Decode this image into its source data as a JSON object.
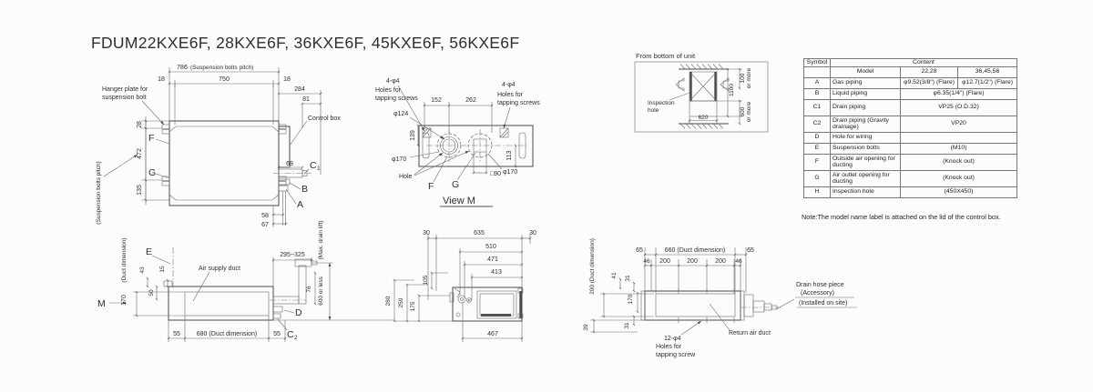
{
  "title": "FDUM22KXE6F, 28KXE6F, 36KXE6F, 45KXE6F, 56KXE6F",
  "colors": {
    "line": "#4a4a4a",
    "text": "#2f2f2f",
    "background": "#fcfcfc"
  },
  "plan": {
    "dim_786": "786",
    "pitch_note": "(Suspension bolts pitch)",
    "dim_18_l": "18",
    "dim_750": "750",
    "dim_18_r": "18",
    "dim_284": "284",
    "dim_81": "81",
    "dim_69": "69",
    "dim_28": "28",
    "dim_472": "472",
    "dim_135": "135",
    "pitch_note_left": "(Suspension bolts pitch)",
    "hanger_line1": "Hanger plate for",
    "hanger_line2": "suspension bolt",
    "control_box": "Control box",
    "f": "F",
    "g": "G",
    "b": "B",
    "a": "A",
    "c_letter": "C",
    "c_sub": "1",
    "dim_58": "58",
    "dim_67": "67"
  },
  "viewm": {
    "tap_l1": "4-φ4",
    "tap_l2": "Holes for",
    "tap_l3": "tapping screws",
    "tap_r1": "4-φ4",
    "tap_r2": "Holes for",
    "tap_r3": "tapping screws",
    "dim_152": "152",
    "dim_262": "262",
    "dim_d124": "φ124",
    "dim_139": "139",
    "dim_d170_l": "φ170",
    "dim_113": "113",
    "dim_d170_r": "φ170",
    "dim_sq90": "□90",
    "hole": "Hole",
    "f": "F",
    "g": "G",
    "caption": "View M"
  },
  "frombottom": {
    "caption": "From bottom of unit",
    "insp1": "Inspection",
    "insp2": "hole",
    "dim_1100": "1100",
    "dim_100": "100",
    "more1": "or more",
    "dim_600": "600",
    "more2": "or more",
    "dim_620": "620"
  },
  "spec_table": {
    "h_symbol": "Symbol",
    "h_content": "Content",
    "model": "Model",
    "model_v1": "22,28",
    "model_v2": "36,45,56",
    "rows": [
      {
        "s": "A",
        "l": "Gas piping",
        "v1": "φ9.52(3/8\") (Flare)",
        "v2": "φ12.7(1/2\") (Flare)"
      },
      {
        "s": "B",
        "l": "Liquid piping",
        "v": "φ6.35(1/4\") (Flare)"
      },
      {
        "s": "C1",
        "l": "Drain piping",
        "v": "VP25 (O.D.32)"
      },
      {
        "s": "C2",
        "l": "Drain piping (Gravity drainage)",
        "v": "VP20"
      },
      {
        "s": "D",
        "l": "Hole for wiring",
        "v": ""
      },
      {
        "s": "E",
        "l": "Suspension bolts",
        "v": "(M10)"
      },
      {
        "s": "F",
        "l": "Outside air opening for ducting",
        "v": "(Knock out)"
      },
      {
        "s": "G",
        "l": "Air outlet opening for ducting",
        "v": "(Knock out)"
      },
      {
        "s": "H",
        "l": "Inspection hole",
        "v": "(450X450)"
      }
    ]
  },
  "note": "Note:The model name label is attached on the lid of the control box.",
  "front": {
    "e": "E",
    "m": "M",
    "air_supply": "Air supply duct",
    "duct_note": "(Duct dimension)",
    "dim_170": "170",
    "dim_43": "43",
    "dim_15": "15",
    "dim_50": "50",
    "dim_295": "295~325",
    "max_drain": "(Max. drain lift)",
    "dim_600": "600 or less",
    "dim_76": "76",
    "d": "D",
    "c_letter": "C",
    "c_sub": "2",
    "dim_55_l": "55",
    "dim_680": "680 (Duct dimension)",
    "dim_55_r": "55"
  },
  "bottomview": {
    "dim_30_l": "30",
    "dim_635": "635",
    "dim_30_r": "30",
    "dim_510": "510",
    "dim_471": "471",
    "dim_413": "413",
    "dim_105": "105",
    "dim_175": "175",
    "dim_250": "250",
    "dim_280": "280",
    "dim_467": "467"
  },
  "rear": {
    "dim_65_l": "65",
    "dim_660": "660 (Duct dimension)",
    "dim_65_r": "65",
    "dim_46_l": "46",
    "dim_200_1": "200",
    "dim_200_2": "200",
    "dim_200_3": "200",
    "dim_46_r": "46",
    "duct_note": "200 (Duct dimension)",
    "dim_41": "41",
    "dim_31_t": "31",
    "dim_170": "170",
    "dim_31_b": "31",
    "dim_39": "39",
    "tap1": "12-φ4",
    "tap2": "Holes for",
    "tap3": "tapping screw",
    "return_duct": "Return air duct",
    "drain1": "Drain hose piece",
    "drain2": "(Accessory)",
    "drain3": "(Installed on site)"
  }
}
